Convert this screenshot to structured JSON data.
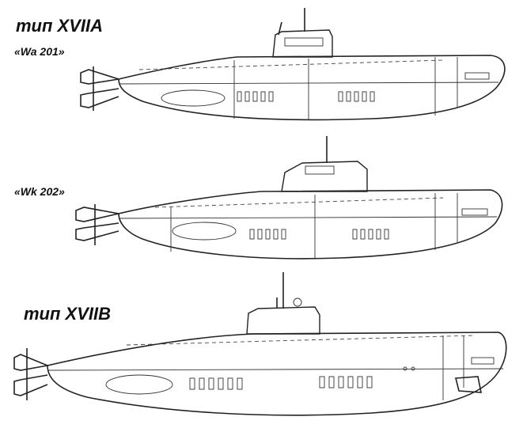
{
  "labels": {
    "type_a": "тип XVIIA",
    "name_wa": "«Wa 201»",
    "name_wk": "«Wk 202»",
    "type_b": "тип XVIIB"
  },
  "colors": {
    "line": "#222222",
    "background": "#ffffff"
  }
}
